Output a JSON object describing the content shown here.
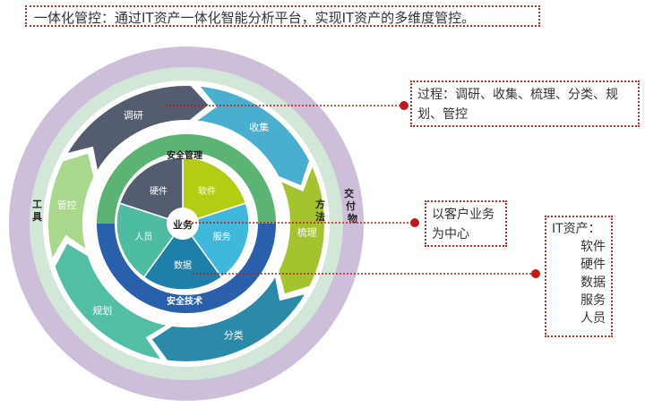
{
  "title": "一体化管控：通过IT资产一体化智能分析平台，实现IT资产的多维度管控。",
  "callouts": {
    "process": "过程：调研、收集、梳理、分类、规划、管控",
    "center": "以客户业务为中心",
    "assets_heading": "IT资产：",
    "assets_items": [
      "软件",
      "硬件",
      "数据",
      "服务",
      "人员"
    ]
  },
  "diagram": {
    "outer_ring": {
      "left": "工具",
      "right": "交付物"
    },
    "middle_ring": {
      "right": "方法"
    },
    "process_steps": [
      "调研",
      "收集",
      "梳理",
      "分类",
      "规划",
      "管控"
    ],
    "security": {
      "top": "安全管理",
      "bottom": "安全技术"
    },
    "assets": [
      "软件",
      "服务",
      "数据",
      "人员",
      "硬件"
    ],
    "center": "业务",
    "colors": {
      "outer_ring": "#cdbfda",
      "middle_ring": "#d3e7d9",
      "step_dark": "#535d6f",
      "step_blue": "#4aaecf",
      "step_olive": "#a3c32f",
      "step_teal": "#2c8aa9",
      "step_green": "#52bfa5",
      "step_lightgreen": "#a9d88c",
      "security_top": "#5bb473",
      "security_bottom": "#2a5fab",
      "accent_red": "#c01818"
    }
  }
}
